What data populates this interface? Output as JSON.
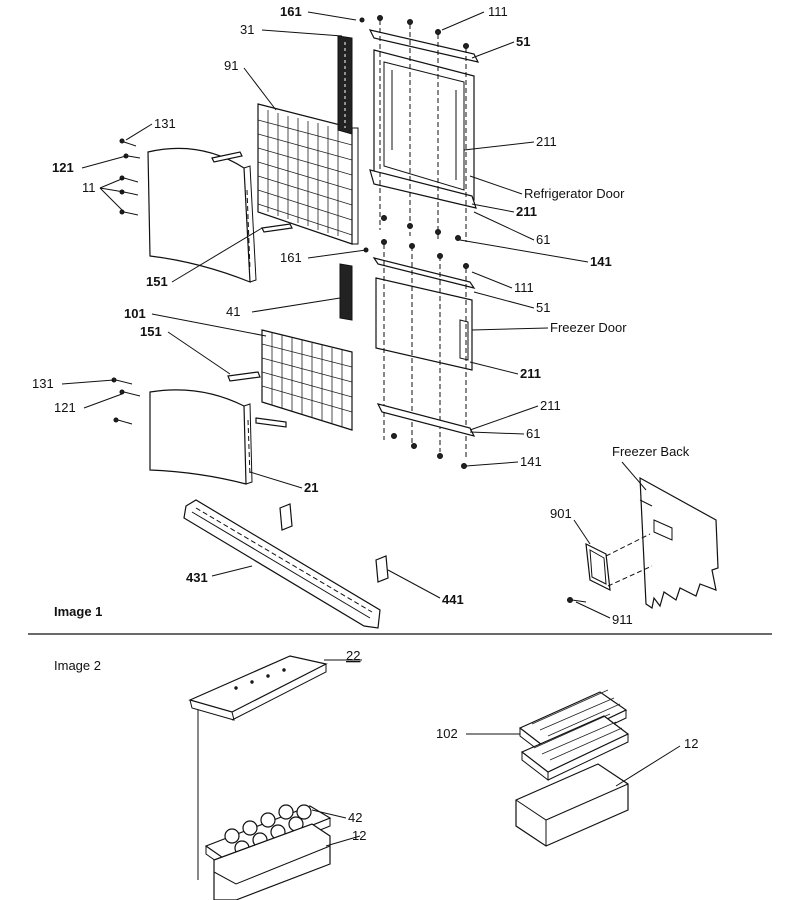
{
  "captions": {
    "image1": "Image 1",
    "image2": "Image 2"
  },
  "door_names": {
    "refrigerator_door": "Refrigerator Door",
    "freezer_door": "Freezer Door",
    "freezer_back": "Freezer Back"
  },
  "callouts": {
    "c161_top": "161",
    "c31": "31",
    "c111_top": "111",
    "c51_top": "51",
    "c91": "91",
    "c131_top": "131",
    "c121_top": "121",
    "c11": "11",
    "c211_a": "211",
    "c211_b": "211",
    "c61_top": "61",
    "c151_top": "151",
    "c141_top": "141",
    "c161_mid": "161",
    "c111_mid": "111",
    "c41": "41",
    "c51_mid": "51",
    "c101": "101",
    "c151_mid": "151",
    "c211_c": "211",
    "c131_mid": "131",
    "c121_mid": "121",
    "c211_d": "211",
    "c61_mid": "61",
    "c141_mid": "141",
    "c21": "21",
    "c901": "901",
    "c431": "431",
    "c441": "441",
    "c911": "911",
    "c22": "22",
    "c102": "102",
    "c12_right": "12",
    "c42": "42",
    "c12_left": "12"
  }
}
